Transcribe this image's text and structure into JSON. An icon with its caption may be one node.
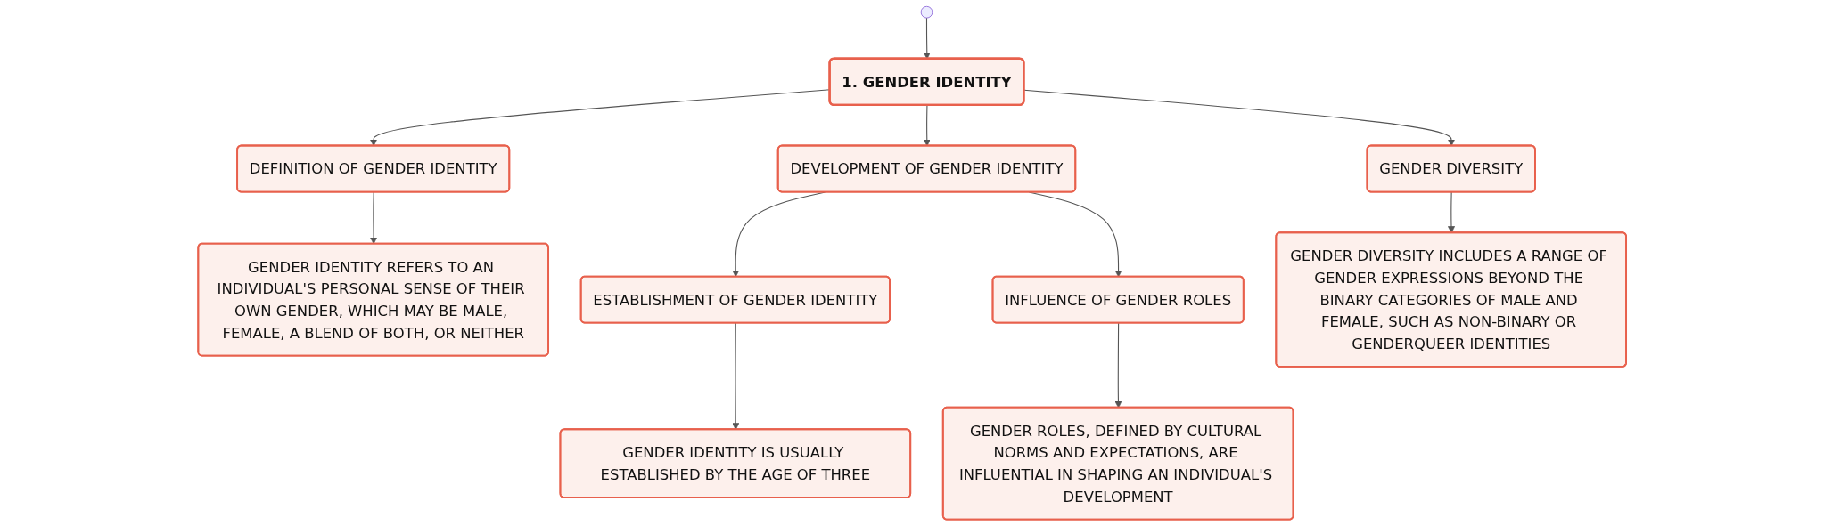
{
  "diagram": {
    "nodes": [
      {
        "text": [
          "1. GENDER IDENTITY"
        ]
      },
      {
        "text": [
          "DEFINITION OF GENDER IDENTITY"
        ]
      },
      {
        "text": [
          "GENDER IDENTITY REFERS TO AN INDIVIDUAL'S PERSONAL SENSE OF THEIR OWN GENDER, WHICH MAY BE MALE, FEMALE, A BLEND OF BOTH, OR NEITHER"
        ]
      },
      {
        "text": [
          "DEVELOPMENT OF GENDER IDENTITY"
        ]
      },
      {
        "text": [
          "ESTABLISHMENT OF GENDER IDENTITY"
        ]
      },
      {
        "text": [
          "GENDER IDENTITY IS USUALLY ESTABLISHED BY THE AGE OF THREE"
        ]
      },
      {
        "text": [
          "INFLUENCE OF GENDER ROLES"
        ]
      },
      {
        "text": [
          "GENDER ROLES, DEFINED BY CULTURAL NORMS AND EXPECTATIONS, ARE INFLUENTIAL IN SHAPING AN INDIVIDUAL'S DEVELOPMENT"
        ]
      },
      {
        "text": [
          "GENDER DIVERSITY"
        ]
      },
      {
        "text": [
          "GENDER DIVERSITY INCLUDES A RANGE OF GENDER EXPRESSIONS BEYOND THE BINARY CATEGORIES OF MALE AND FEMALE, SUCH AS NON-BINARY OR GENDERQUEER IDENTITIES"
        ]
      }
    ],
    "edges": [
      {
        "from": null,
        "to": 0,
        "arrow": "to"
      },
      {
        "from": 0,
        "to": 1,
        "arrow": "to"
      },
      {
        "from": 0,
        "to": 3,
        "arrow": "to"
      },
      {
        "from": 0,
        "to": 8,
        "arrow": "to"
      },
      {
        "from": 1,
        "to": 2,
        "arrow": "to"
      },
      {
        "from": 3,
        "to": 4,
        "arrow": "to"
      },
      {
        "from": 3,
        "to": 6,
        "arrow": "to"
      },
      {
        "from": 4,
        "to": 5,
        "arrow": "to"
      },
      {
        "from": 6,
        "to": 7,
        "arrow": "to"
      },
      {
        "from": 8,
        "to": 9,
        "arrow": "to"
      }
    ]
  }
}
